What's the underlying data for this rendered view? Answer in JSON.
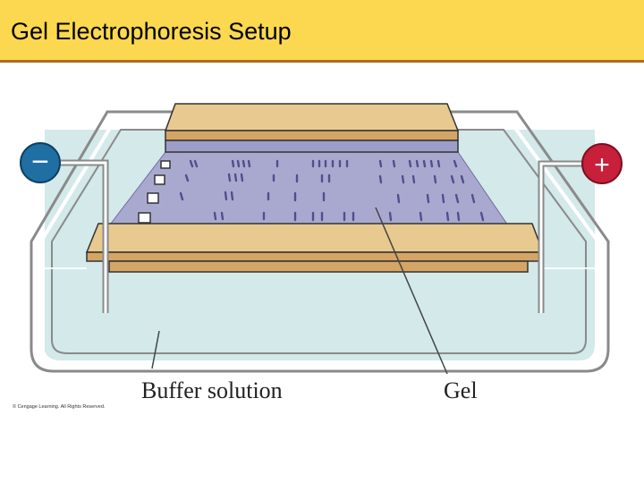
{
  "header": {
    "title": "Gel Electrophoresis Setup"
  },
  "diagram": {
    "labels": {
      "buffer": "Buffer solution",
      "gel": "Gel"
    },
    "electrodes": {
      "negative": {
        "symbol": "−",
        "color": "#1f6fa3"
      },
      "positive": {
        "symbol": "+",
        "color": "#c8203a"
      }
    },
    "copyright": "© Cengage Learning. All Rights Reserved.",
    "colors": {
      "header_bg": "#fbd84f",
      "header_border": "#b06a1c",
      "buffer": "#cfe7e8",
      "gel": "#a9a9cf",
      "comb_wood": "#e8c98f",
      "band": "#5a5a96"
    }
  }
}
